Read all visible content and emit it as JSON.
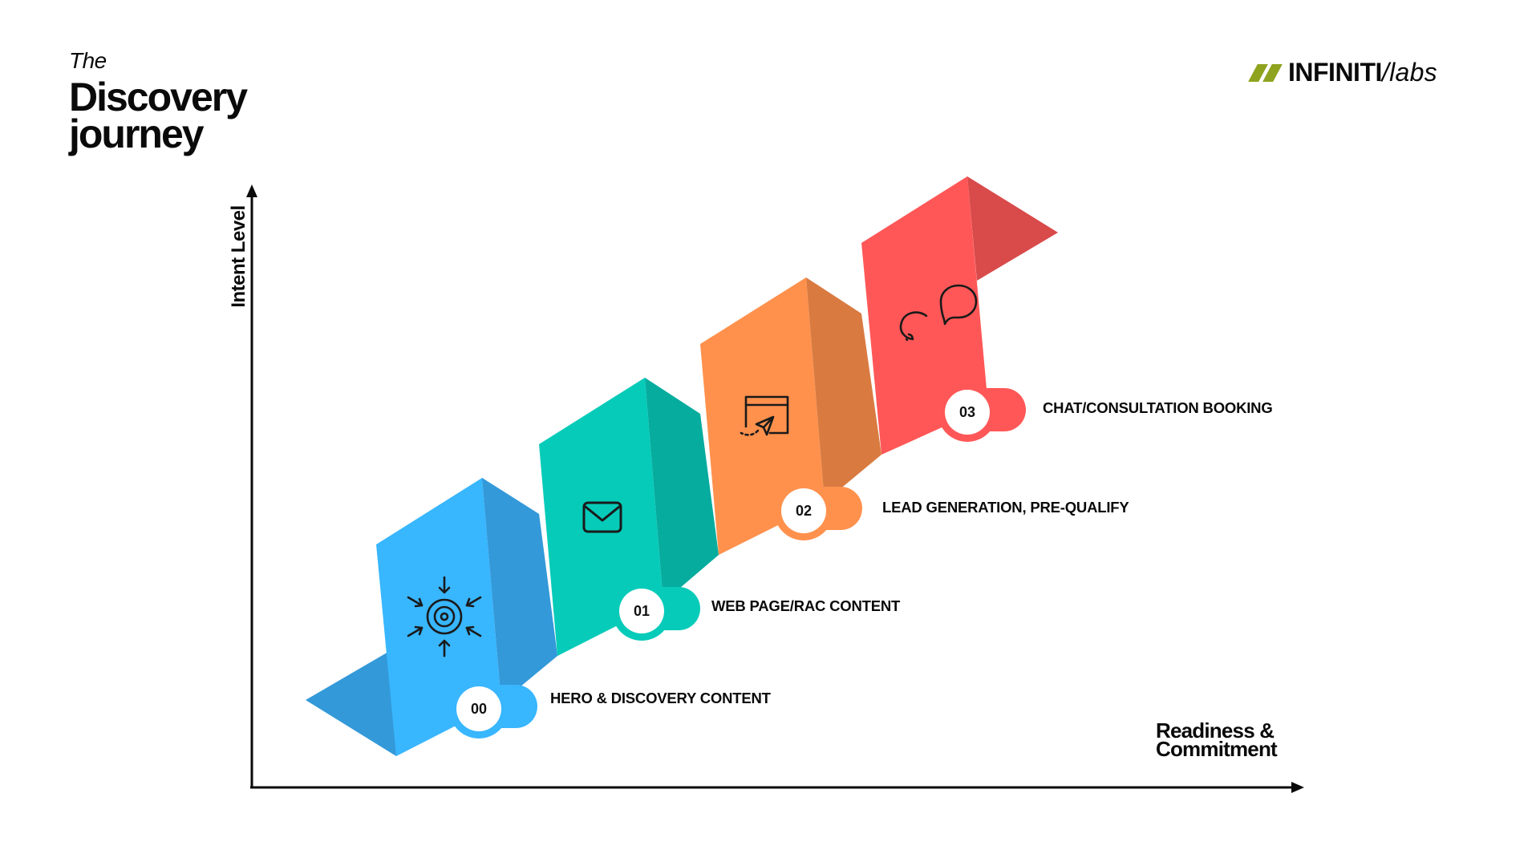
{
  "title": {
    "line1": "The",
    "line2": "Discovery",
    "line3": "journey"
  },
  "logo": {
    "bold": "INFINITI",
    "light": "/labs",
    "color": "#8fa31f"
  },
  "axes": {
    "y_label": "Intent Level",
    "x_label_line1": "Readiness &",
    "x_label_line2": "Commitment"
  },
  "steps": [
    {
      "number": "00",
      "label": "HERO & DISCOVERY CONTENT",
      "icon": "target-focus-icon",
      "color": "#38b6fe",
      "shade": "#3399d9"
    },
    {
      "number": "01",
      "label": "WEB PAGE/RAC CONTENT",
      "icon": "envelope-icon",
      "color": "#06cbb9",
      "shade": "#06ac9e"
    },
    {
      "number": "02",
      "label": "LEAD GENERATION, PRE-QUALIFY",
      "icon": "browser-send-icon",
      "color": "#ff914d",
      "shade": "#d97b41"
    },
    {
      "number": "03",
      "label": "CHAT/CONSULTATION BOOKING",
      "icon": "chat-bubbles-icon",
      "color": "#ff5757",
      "shade": "#d94a4a"
    }
  ]
}
